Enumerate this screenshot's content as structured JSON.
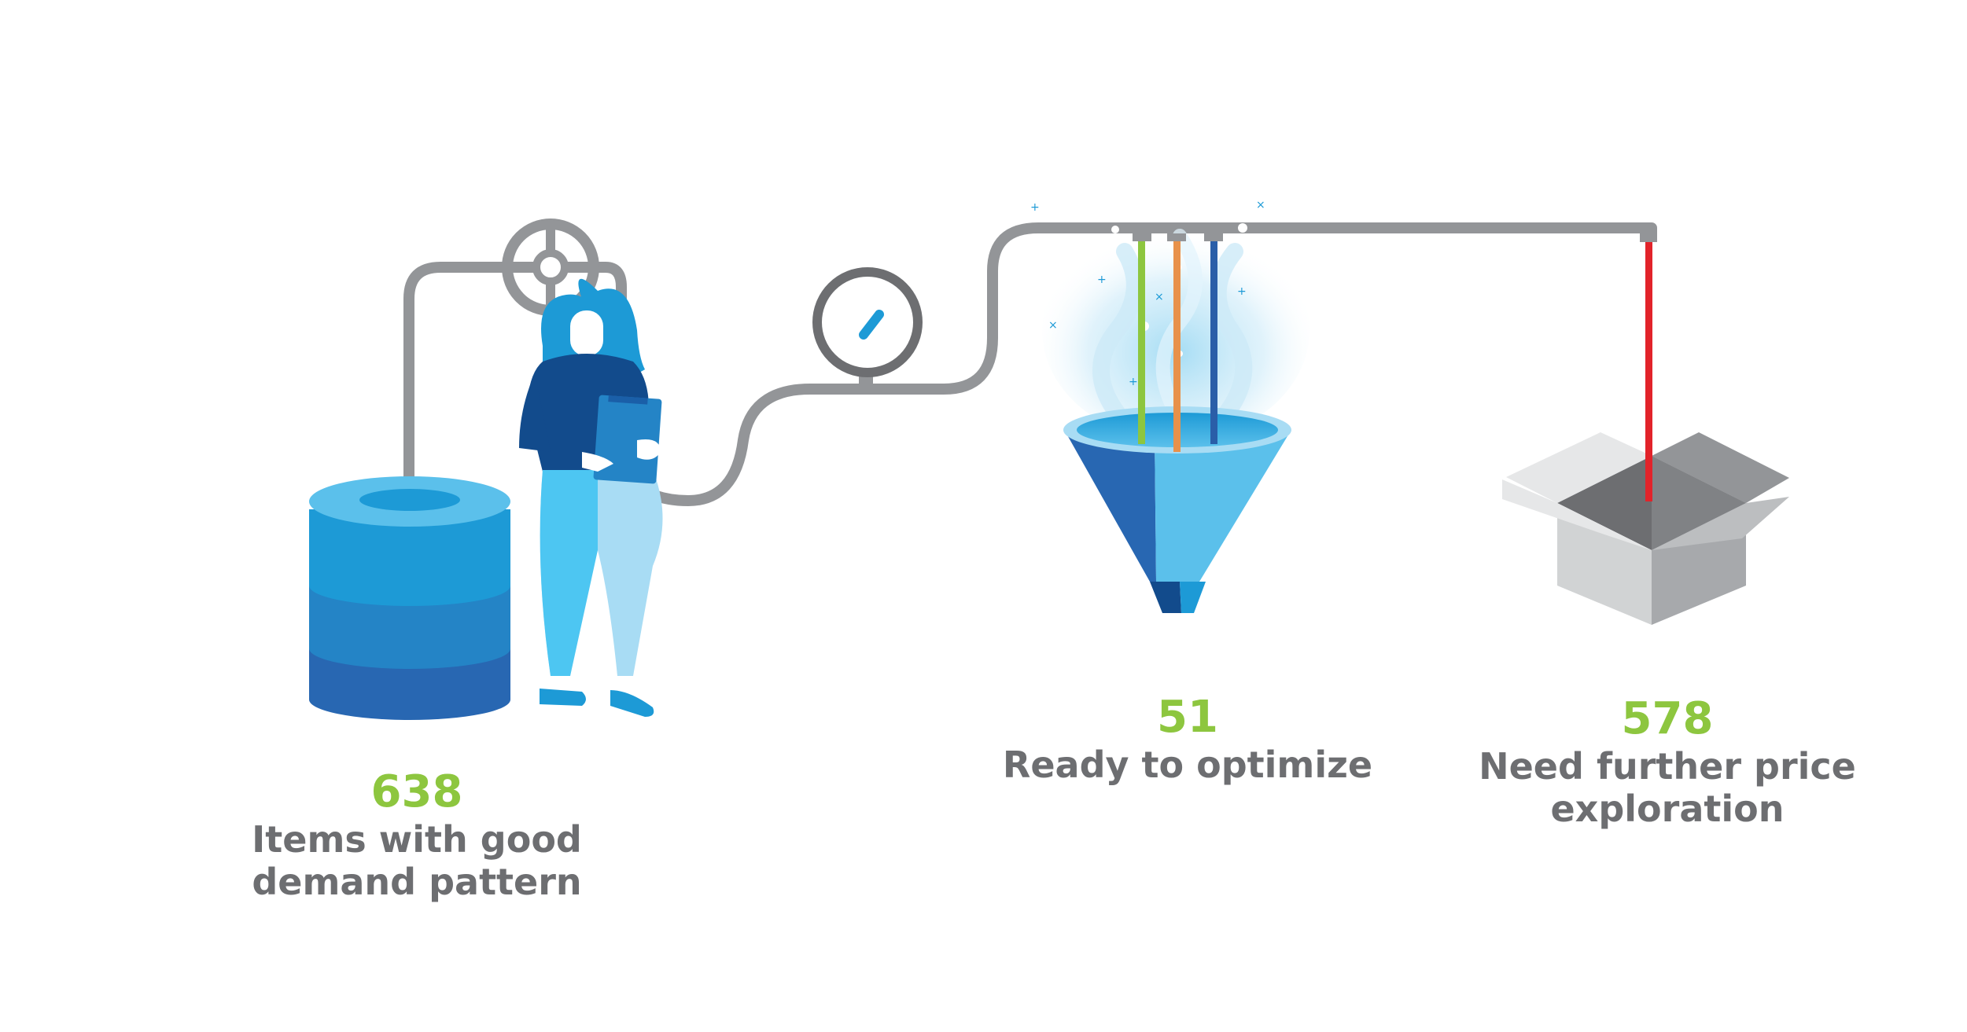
{
  "stats": {
    "database": {
      "value": "638",
      "label_line1": "Items with good",
      "label_line2": "demand pattern"
    },
    "funnel": {
      "value": "51",
      "label_line1": "Ready to optimize"
    },
    "box": {
      "value": "578",
      "label_line1": "Need further price",
      "label_line2": "exploration"
    }
  },
  "colors": {
    "pipe": "#939598",
    "accent_green": "#8dc63f",
    "text_gray": "#6d6e71",
    "blue_dark": "#2867b2",
    "blue_mid": "#1d9ad6",
    "blue_light": "#5bc0eb",
    "navy": "#124b8c",
    "stream_green": "#8dc63f",
    "stream_orange": "#e8914a",
    "stream_blue": "#2a5ea8",
    "stream_red": "#e2232a",
    "box_light": "#d1d3d4",
    "box_dark": "#a7a9ac"
  },
  "icons": [
    "database-icon",
    "valve-wheel-icon",
    "pressure-gauge-icon",
    "person-with-clipboard-icon",
    "funnel-icon",
    "open-box-icon"
  ]
}
